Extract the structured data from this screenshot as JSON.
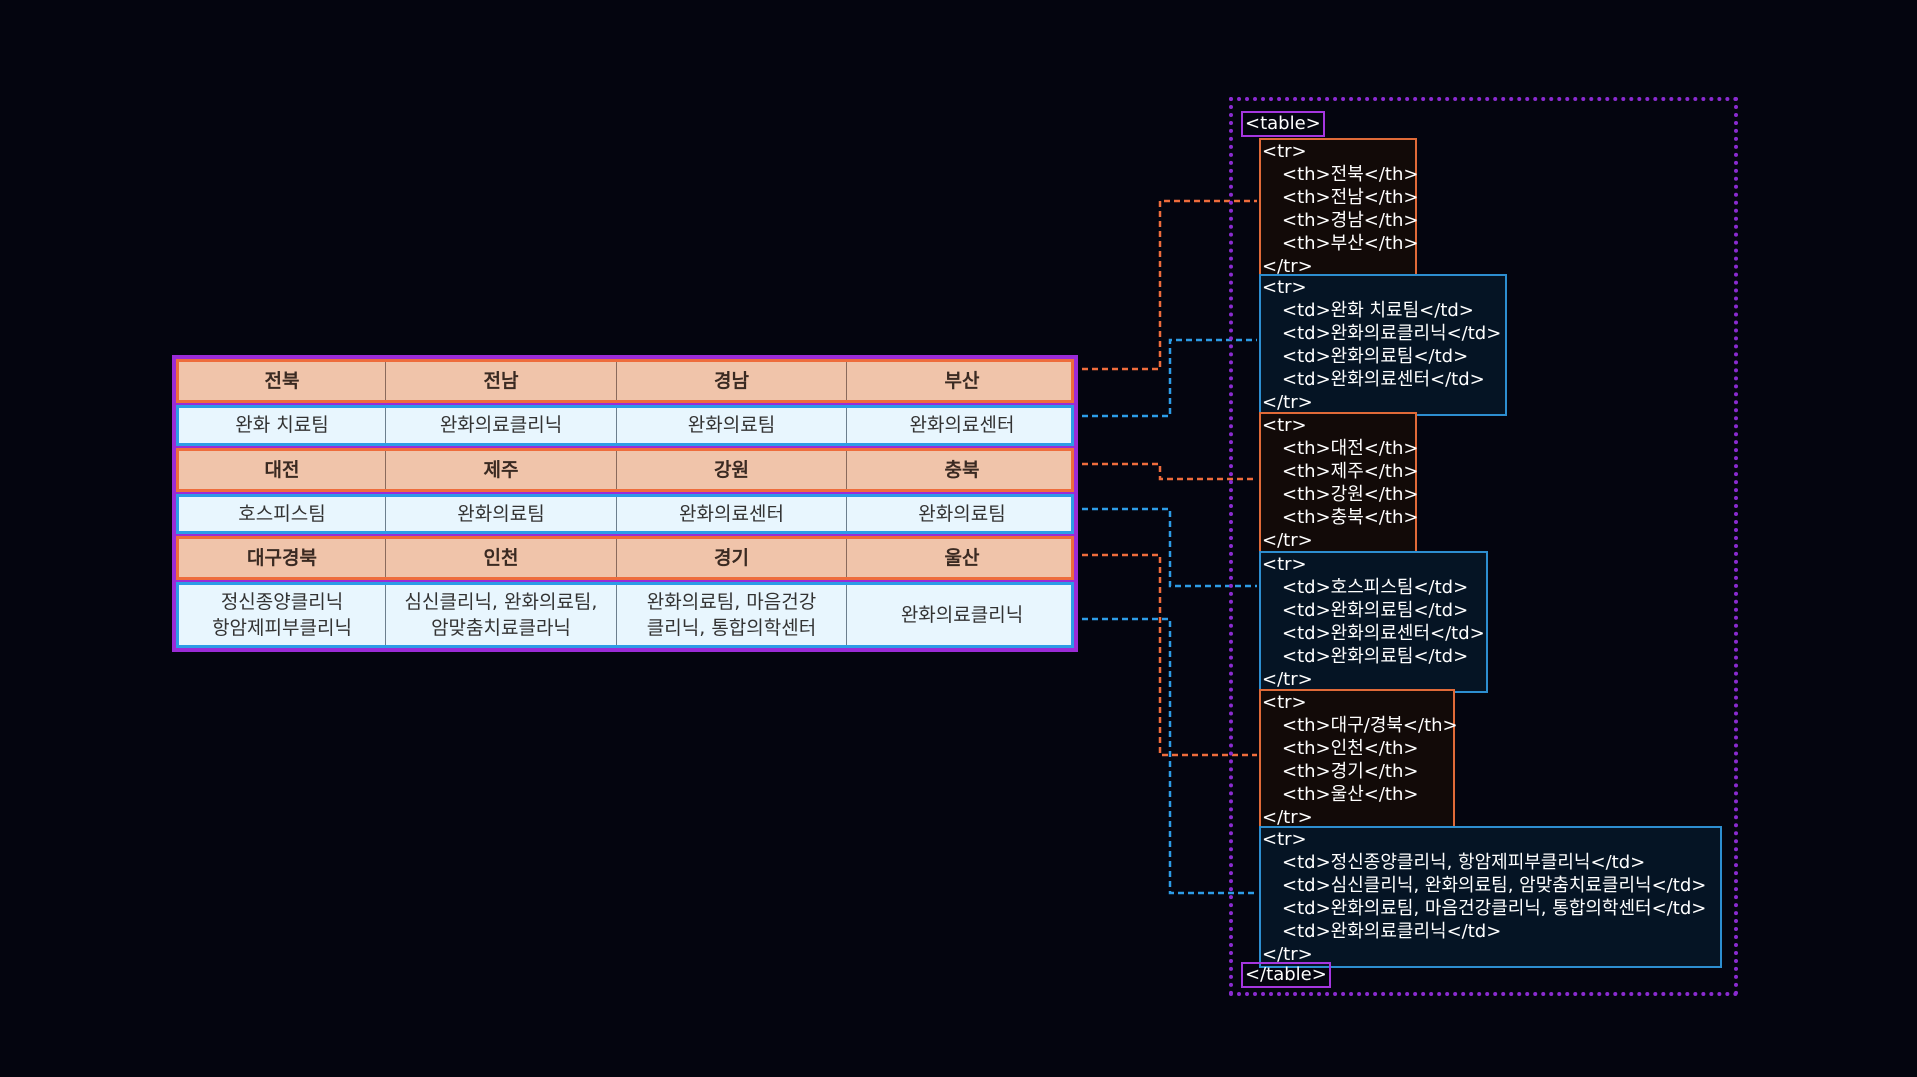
{
  "table": {
    "rows": [
      {
        "kind": "head",
        "cells": [
          "전북",
          "전남",
          "경남",
          "부산"
        ]
      },
      {
        "kind": "data",
        "cells": [
          "완화 치료팀",
          "완화의료클리닉",
          "완화의료팀",
          "완화의료센터"
        ]
      },
      {
        "kind": "head",
        "cells": [
          "대전",
          "제주",
          "강원",
          "충북"
        ]
      },
      {
        "kind": "data",
        "cells": [
          "호스피스팀",
          "완화의료팀",
          "완화의료센터",
          "완화의료팀"
        ]
      },
      {
        "kind": "head",
        "cells": [
          "대구경북",
          "인천",
          "경기",
          "울산"
        ]
      },
      {
        "kind": "data",
        "cells": [
          "정신종양클리닉\n항암제피부클리닉",
          "심신클리닉, 완화의료팀,\n암맞춤치료클라닉",
          "완화의료팀, 마음건강\n클리닉, 통합의학센터",
          "완화의료클리닉"
        ]
      }
    ]
  },
  "code": {
    "open_tag": "<table>",
    "close_tag": "</table>",
    "blocks": [
      {
        "kind": "th",
        "lines": [
          "<tr>",
          "<th>전북</th>",
          "<th>전남</th>",
          "<th>경남</th>",
          "<th>부산</th>",
          "</tr>"
        ]
      },
      {
        "kind": "td",
        "lines": [
          "<tr>",
          "<td>완화 치료팀</td>",
          "<td>완화의료클리닉</td>",
          "<td>완화의료팀</td>",
          "<td>완화의료센터</td>",
          "</tr>"
        ]
      },
      {
        "kind": "th",
        "lines": [
          "<tr>",
          "<th>대전</th>",
          "<th>제주</th>",
          "<th>강원</th>",
          "<th>충북</th>",
          "</tr>"
        ]
      },
      {
        "kind": "td",
        "lines": [
          "<tr>",
          "<td>호스피스팀</td>",
          "<td>완화의료팀</td>",
          "<td>완화의료센터</td>",
          "<td>완화의료팀</td>",
          "</tr>"
        ]
      },
      {
        "kind": "th",
        "lines": [
          "<tr>",
          "<th>대구/경북</th>",
          "<th>인천</th>",
          "<th>경기</th>",
          "<th>울산</th>",
          "</tr>"
        ]
      },
      {
        "kind": "td",
        "lines": [
          "<tr>",
          "<td>정신종양클리닉, 항암제피부클리닉</td>",
          "<td>심신클리닉, 완화의료팀, 암맞춤치료클리닉</td>",
          "<td>완화의료팀, 마음건강클리닉, 통합의학센터</td>",
          "<td>완화의료클리닉</td>",
          "</tr>"
        ]
      }
    ]
  },
  "colors": {
    "background": "#04050f",
    "table_border": "#9b2bd6",
    "th_row": "#ee6c3c",
    "td_row": "#2d9ce6"
  }
}
